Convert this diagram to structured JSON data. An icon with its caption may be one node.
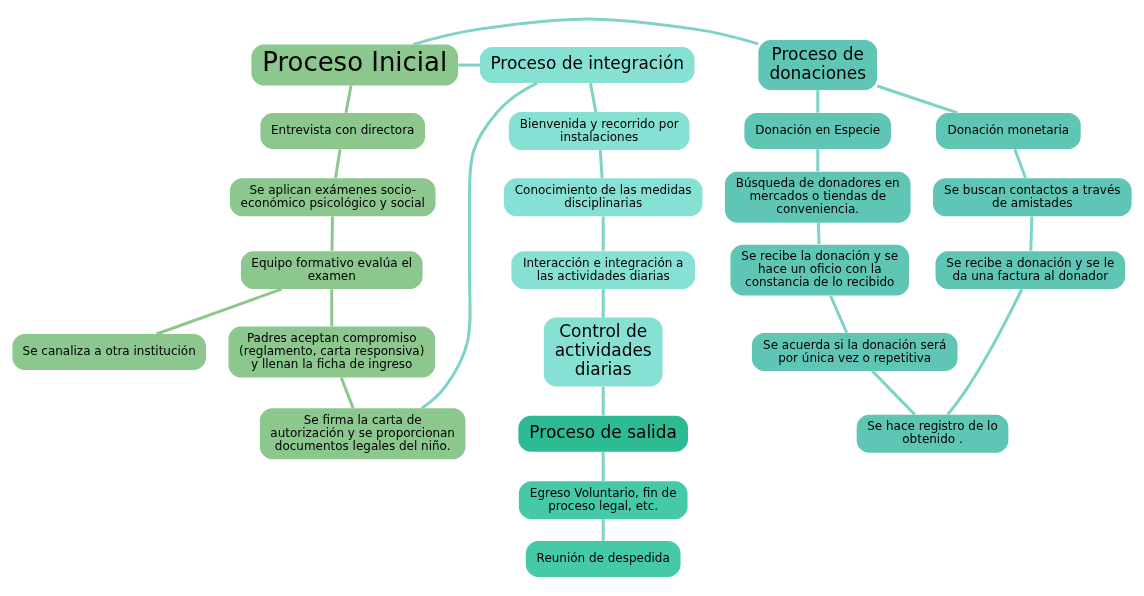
{
  "diagram": {
    "nodes": [
      {
        "text": [
          "Proceso de donaciones"
        ]
      },
      {
        "text": [
          "Proceso Inicial"
        ]
      },
      {
        "text": [
          "Proceso de integración"
        ]
      },
      {
        "text": [
          "Donación monetaria"
        ]
      },
      {
        "text": [
          "Donación en Especie"
        ]
      },
      {
        "text": [
          "Entrevista con directora"
        ]
      },
      {
        "text": [
          "Bienvenida y recorrido por instalaciones"
        ]
      },
      {
        "text": [
          "Se buscan contactos a través de amistades"
        ]
      },
      {
        "text": [
          "Se aplican exámenes socio-económico psicológico y social"
        ]
      },
      {
        "text": [
          "Conocimiento de las medidas disciplinarias"
        ]
      },
      {
        "text": [
          "Búsqueda de donadores en mercados o tiendas de conveniencia."
        ]
      },
      {
        "text": [
          "Se recibe a donación y se le da una factura al donador"
        ]
      },
      {
        "text": [
          "Equipo formativo evalúa el examen"
        ]
      },
      {
        "text": [
          "Interacción e integración a las actividades diarias"
        ]
      },
      {
        "text": [
          "Se recibe la donación y se hace un oficio con la constancia de lo recibido"
        ]
      },
      {
        "text": [
          "Control de actividades diarias"
        ]
      },
      {
        "text": [
          "Se canaliza a otra institución"
        ]
      },
      {
        "text": [
          "Padres aceptan compromiso (reglamento, carta responsiva) y llenan la ficha de ingreso"
        ]
      },
      {
        "text": [
          "Se acuerda si la donación será por única vez o repetitiva"
        ]
      },
      {
        "text": [
          "Proceso de salida"
        ]
      },
      {
        "text": [
          "Se firma la carta de autorización y se proporcionan documentos legales del niño."
        ]
      },
      {
        "text": [
          "Egreso Voluntario, fin de proceso legal, etc."
        ]
      },
      {
        "text": [
          "Se hace registro de lo obtenido ."
        ]
      },
      {
        "text": [
          "Reunión de despedida"
        ]
      }
    ],
    "edges": [
      {
        "from": 1,
        "to": 0,
        "arrow": "none"
      },
      {
        "from": 1,
        "to": 2,
        "arrow": "none"
      },
      {
        "from": 0,
        "to": 4,
        "arrow": "none"
      },
      {
        "from": 0,
        "to": 3,
        "arrow": "none"
      },
      {
        "from": 4,
        "to": 10,
        "arrow": "none"
      },
      {
        "from": 10,
        "to": 14,
        "arrow": "none"
      },
      {
        "from": 14,
        "to": 18,
        "arrow": "none"
      },
      {
        "from": 18,
        "to": 22,
        "arrow": "none"
      },
      {
        "from": 3,
        "to": 7,
        "arrow": "none"
      },
      {
        "from": 7,
        "to": 11,
        "arrow": "none"
      },
      {
        "from": 11,
        "to": 22,
        "arrow": "none"
      },
      {
        "from": 1,
        "to": 5,
        "arrow": "none",
        "color": "#8cc78e"
      },
      {
        "from": 5,
        "to": 8,
        "arrow": "none",
        "color": "#8cc78e"
      },
      {
        "from": 8,
        "to": 12,
        "arrow": "none",
        "color": "#8cc78e"
      },
      {
        "from": 12,
        "to": 17,
        "arrow": "none",
        "color": "#8cc78e"
      },
      {
        "from": 12,
        "to": 16,
        "arrow": "none",
        "color": "#8cc78e"
      },
      {
        "from": 17,
        "to": 20,
        "arrow": "none",
        "color": "#8cc78e"
      },
      {
        "from": 2,
        "to": 20,
        "arrow": "none"
      },
      {
        "from": 2,
        "to": 6,
        "arrow": "none"
      },
      {
        "from": 6,
        "to": 9,
        "arrow": "none"
      },
      {
        "from": 9,
        "to": 13,
        "arrow": "none"
      },
      {
        "from": 13,
        "to": 15,
        "arrow": "none"
      },
      {
        "from": 15,
        "to": 19,
        "arrow": "none"
      },
      {
        "from": 19,
        "to": 21,
        "arrow": "none"
      },
      {
        "from": 21,
        "to": 23,
        "arrow": "none"
      }
    ]
  }
}
